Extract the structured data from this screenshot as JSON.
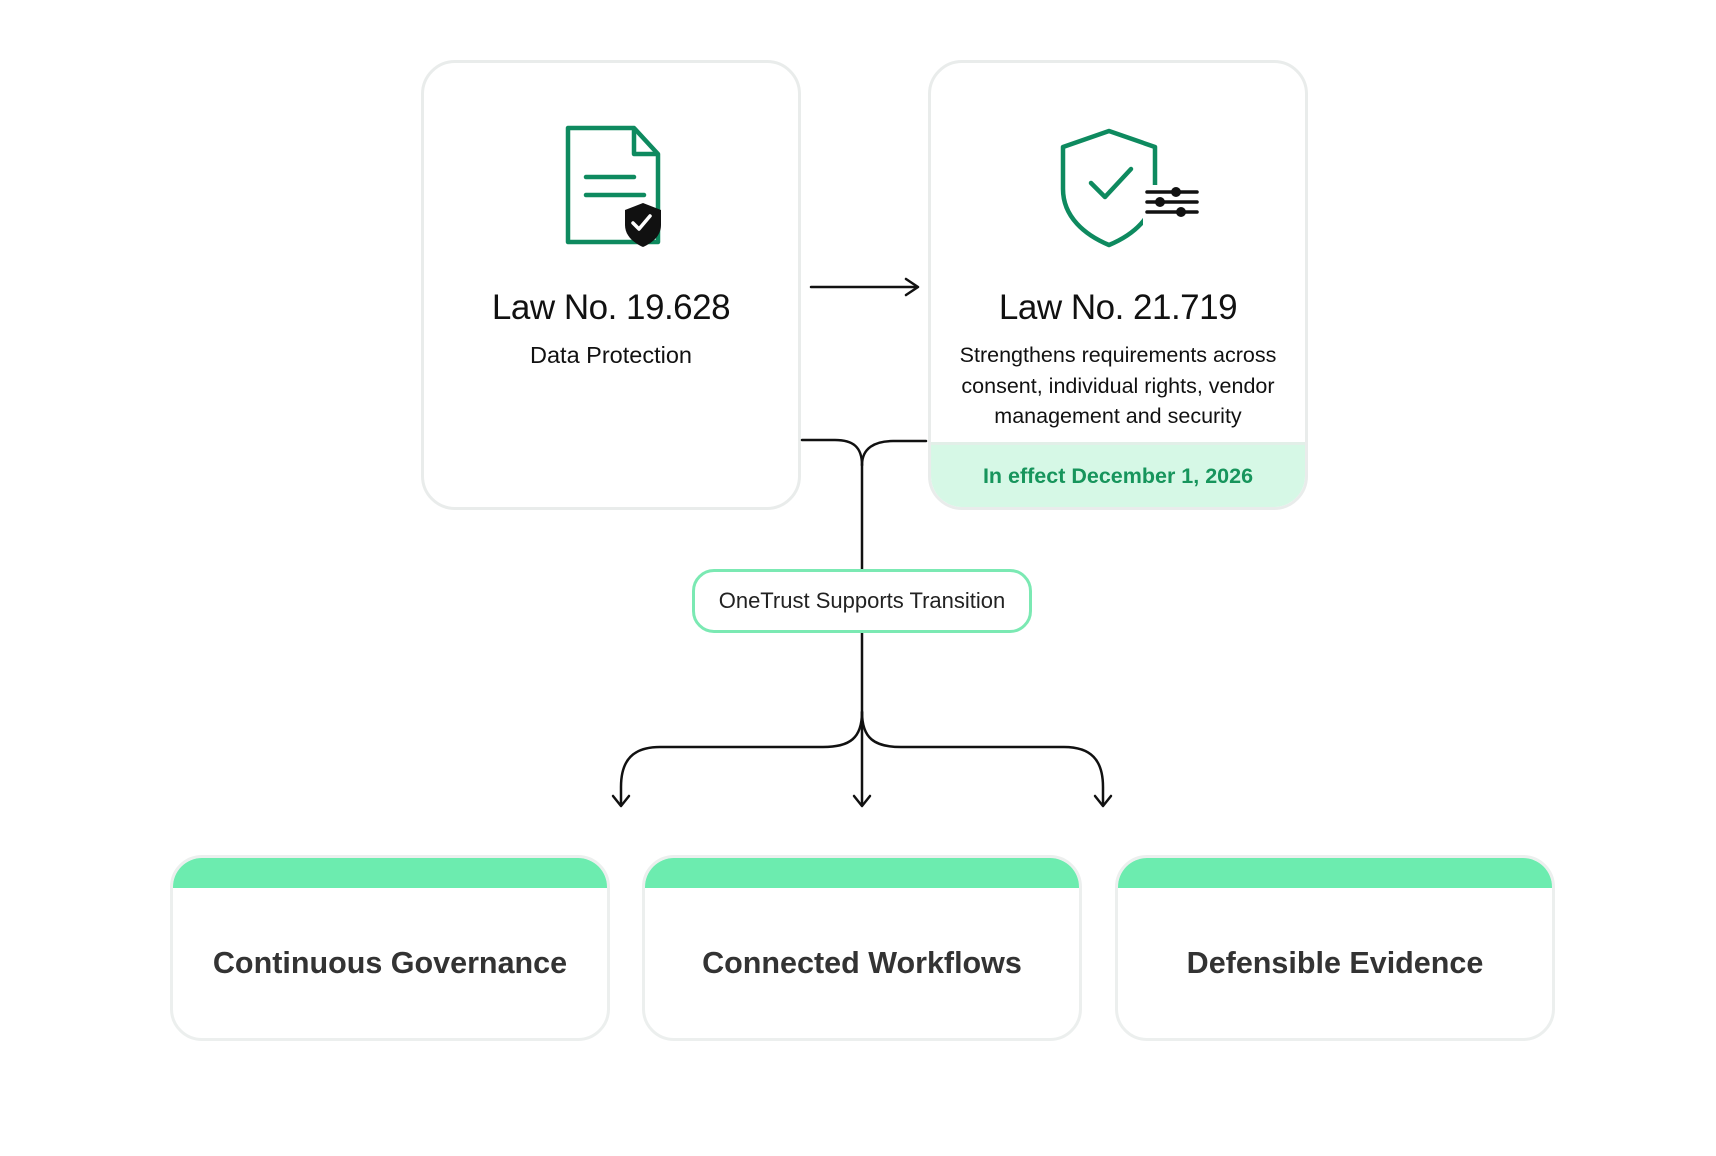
{
  "laws": {
    "previous": {
      "title": "Law No. 19.628",
      "subtitle": "Data Protection",
      "icon": "document-shield-icon"
    },
    "new": {
      "title": "Law No. 21.719",
      "description": "Strengthens requirements across consent, individual rights, vendor management and security",
      "effective": "In effect December 1, 2026",
      "icon": "shield-check-sliders-icon"
    }
  },
  "transition": {
    "label": "OneTrust Supports Transition"
  },
  "pillars": [
    {
      "label": "Continuous Governance"
    },
    {
      "label": "Connected Workflows"
    },
    {
      "label": "Defensible Evidence"
    }
  ],
  "colors": {
    "accent_green": "#0e8a5f",
    "pill_border": "#7be9b3",
    "pillar_bar": "#6cecaf",
    "effect_band_bg": "#d6f8e6",
    "effect_text": "#17955c",
    "card_border": "#e9eceb"
  }
}
